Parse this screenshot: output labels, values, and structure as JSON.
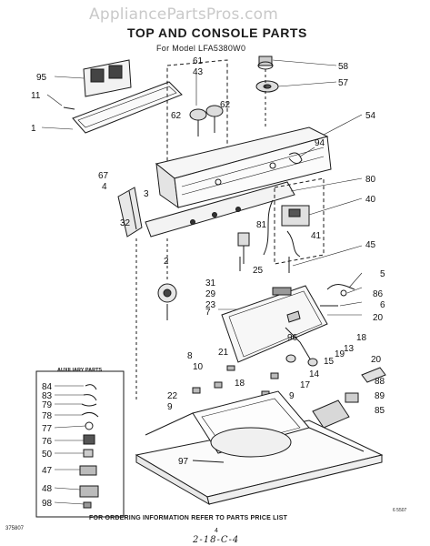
{
  "watermark": "AppliancePartsPros.com",
  "title": "TOP AND CONSOLE PARTS",
  "model_line": "For Model LFA5380W0",
  "auxiliary_title": "AUXILIARY PARTS",
  "footer_note": "FOR ORDERING INFORMATION REFER TO PARTS PRICE LIST",
  "page_number": "4",
  "left_code": "375807",
  "diagram_code": "6 5507",
  "handwritten": "2-18-C-4",
  "callouts": {
    "c95": "95",
    "c61": "61",
    "c43": "43",
    "c58": "58",
    "c57": "57",
    "c11": "11",
    "c62a": "62",
    "c62b": "62",
    "c1": "1",
    "c54": "54",
    "c94": "94",
    "c67": "67",
    "c4": "4",
    "c3": "3",
    "c80": "80",
    "c40": "40",
    "c32": "32",
    "c81": "81",
    "c41": "41",
    "c45": "45",
    "c2": "2",
    "c25": "25",
    "c5": "5",
    "c31": "31",
    "c29": "29",
    "c23": "23",
    "c86": "86",
    "c6": "6",
    "c7": "7",
    "c20a": "20",
    "c96": "96",
    "c18a": "18",
    "c21": "21",
    "c13": "13",
    "c8": "8",
    "c19": "19",
    "c10": "10",
    "c15": "15",
    "c18b": "18",
    "c14": "14",
    "c22": "22",
    "c17": "17",
    "c9a": "9",
    "c9b": "9",
    "c88": "88",
    "c20b": "20",
    "c89": "89",
    "c85": "85",
    "c97": "97"
  },
  "aux_callouts": {
    "a84": "84",
    "a83": "83",
    "a79": "79",
    "a78": "78",
    "a77": "77",
    "a76": "76",
    "a50": "50",
    "a47": "47",
    "a48": "48",
    "a98": "98"
  }
}
